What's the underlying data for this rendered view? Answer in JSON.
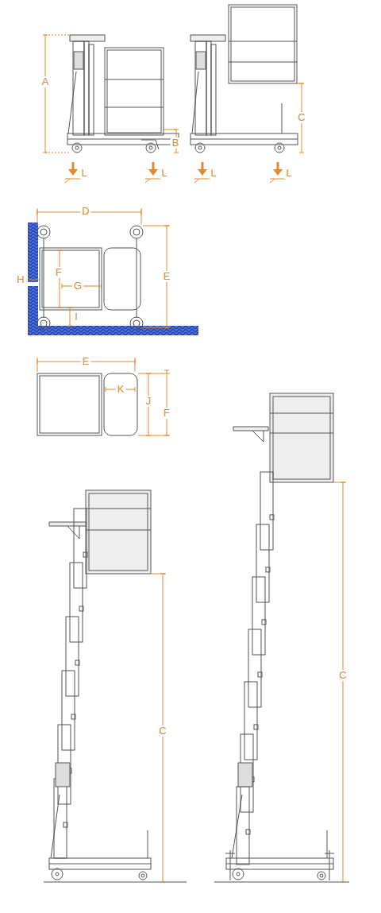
{
  "diagram": {
    "labels": [
      "A",
      "B",
      "L",
      "L",
      "C",
      "L",
      "L",
      "D",
      "H",
      "F",
      "G",
      "I",
      "E",
      "E",
      "K",
      "J",
      "F",
      "C",
      "C"
    ]
  }
}
